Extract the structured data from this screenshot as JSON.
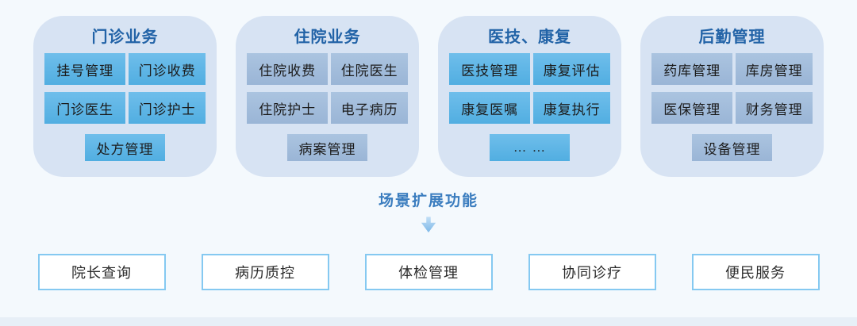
{
  "colors": {
    "page_background": "#F4F9FD",
    "footer_strip": "#E7EFF7",
    "panel_background": "#D7E3F3",
    "panel_title_text": "#2263A7",
    "bright_box": "#58B2E4",
    "muted_box": "#A2BCDA",
    "box_text": "#1B1B1B",
    "middle_label_text": "#3B7DBF",
    "arrow_fill": "#8FC3EC",
    "extension_box_border": "#85C9F1",
    "extension_box_background": "#FFFFFF"
  },
  "panels": [
    {
      "title": "门诊业务",
      "box_style": "bright",
      "items": [
        "挂号管理",
        "门诊收费",
        "门诊医生",
        "门诊护士",
        "处方管理"
      ]
    },
    {
      "title": "住院业务",
      "box_style": "muted",
      "items": [
        "住院收费",
        "住院医生",
        "住院护士",
        "电子病历",
        "病案管理"
      ]
    },
    {
      "title": "医技、康复",
      "box_style": "bright",
      "items": [
        "医技管理",
        "康复评估",
        "康复医嘱",
        "康复执行",
        "… …"
      ]
    },
    {
      "title": "后勤管理",
      "box_style": "muted",
      "items": [
        "药库管理",
        "库房管理",
        "医保管理",
        "财务管理",
        "设备管理"
      ]
    }
  ],
  "middle": {
    "label": "场景扩展功能",
    "arrow_icon": "down-arrow"
  },
  "extension_items": [
    "院长查询",
    "病历质控",
    "体检管理",
    "协同诊疗",
    "便民服务"
  ]
}
